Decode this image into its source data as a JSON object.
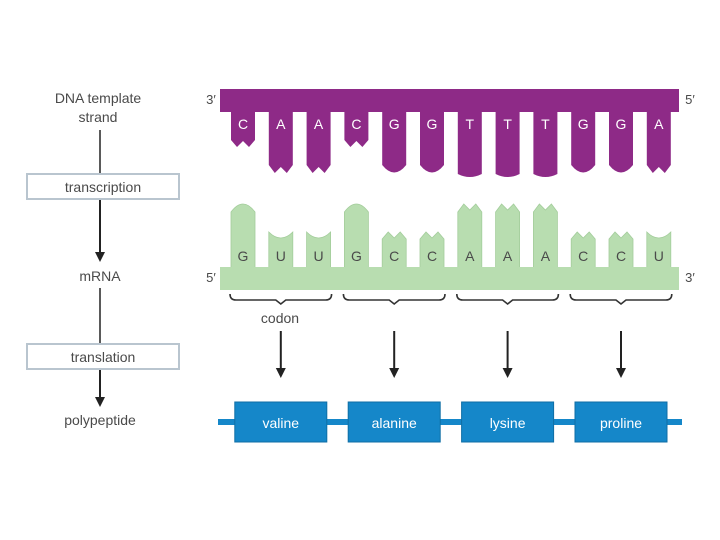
{
  "steps": {
    "dna_label": "DNA template strand",
    "transcription": "transcription",
    "mrna_label": "mRNA",
    "translation": "translation",
    "polypeptide_label": "polypeptide"
  },
  "dna": {
    "end_left": "3′",
    "end_right": "5′",
    "bases": [
      "C",
      "A",
      "A",
      "C",
      "G",
      "G",
      "T",
      "T",
      "T",
      "G",
      "G",
      "A"
    ],
    "color": "#8e2a87"
  },
  "mrna": {
    "end_left": "5′",
    "end_right": "3′",
    "bases": [
      "G",
      "U",
      "U",
      "G",
      "C",
      "C",
      "A",
      "A",
      "A",
      "C",
      "C",
      "U"
    ],
    "color": "#b8ddb0"
  },
  "codon_label": "codon",
  "amino_acids": [
    "valine",
    "alanine",
    "lysine",
    "proline"
  ],
  "colors": {
    "protein": "#1587c9",
    "box_border": "#b9c5cf",
    "arrow": "#222222"
  }
}
